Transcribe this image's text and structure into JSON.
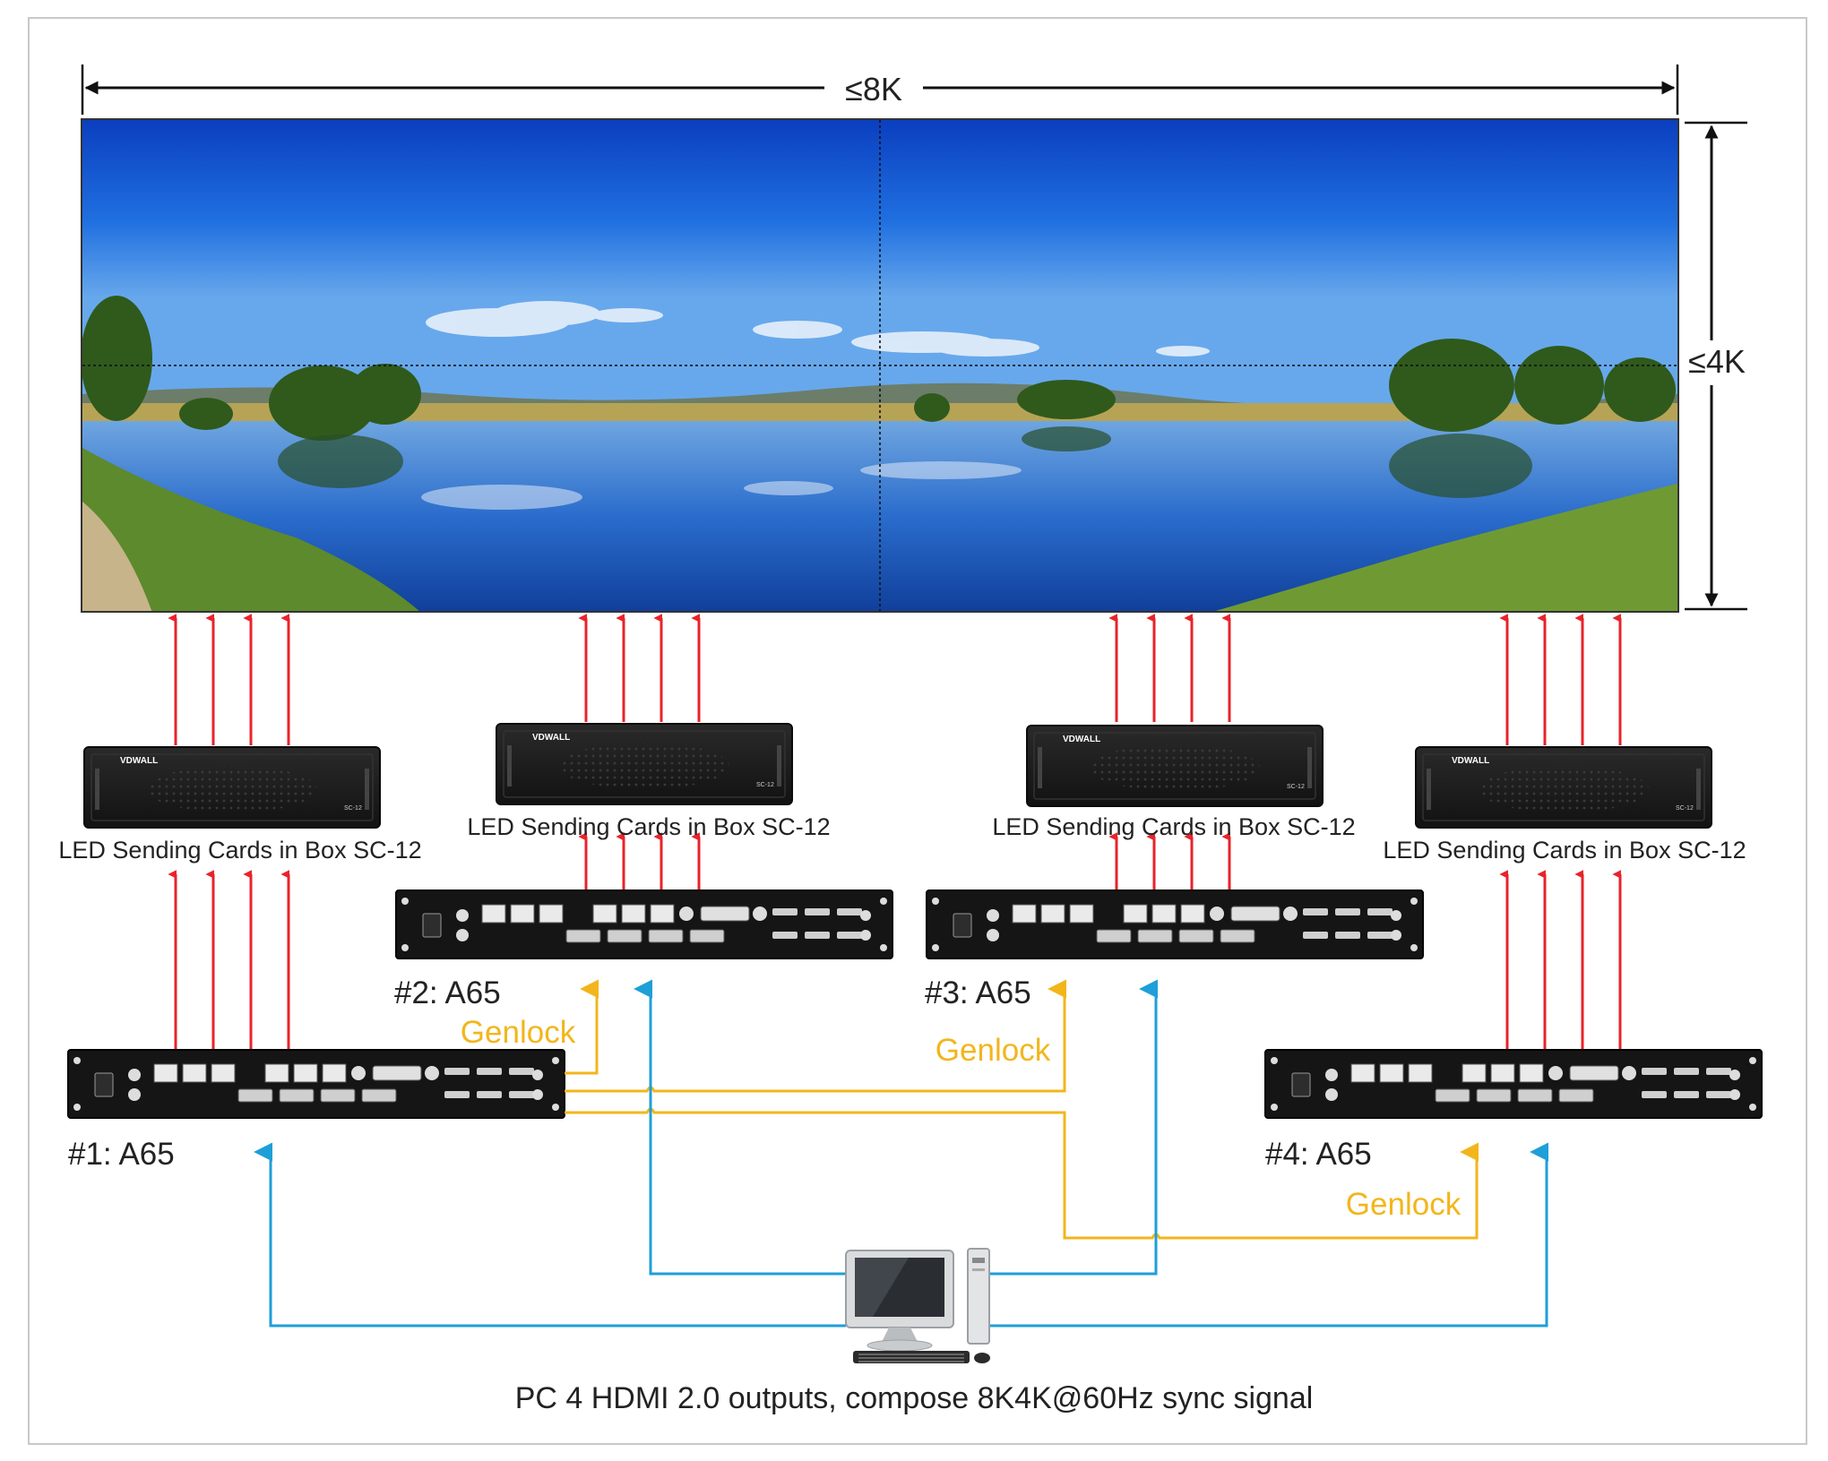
{
  "dimensions": {
    "width_label": "≤8K",
    "height_label": "≤4K"
  },
  "wall": {
    "image_alt": "panorama-lake-landscape"
  },
  "sending_boxes": [
    {
      "label": "LED Sending Cards in Box SC-12",
      "brand": "VDWALL",
      "model": "SC-12"
    },
    {
      "label": "LED Sending Cards in Box SC-12",
      "brand": "VDWALL",
      "model": "SC-12"
    },
    {
      "label": "LED Sending Cards in Box SC-12",
      "brand": "VDWALL",
      "model": "SC-12"
    },
    {
      "label": "LED Sending Cards in Box SC-12",
      "brand": "VDWALL",
      "model": "SC-12"
    }
  ],
  "processors": [
    {
      "label": "#1: A65"
    },
    {
      "label": "#2: A65"
    },
    {
      "label": "#3: A65"
    },
    {
      "label": "#4: A65"
    }
  ],
  "genlock_labels": [
    "Genlock",
    "Genlock",
    "Genlock"
  ],
  "caption": "PC 4 HDMI 2.0 outputs, compose 8K4K@60Hz sync signal",
  "colors": {
    "ethernet_arrow": "#e8232b",
    "genlock_line": "#f2b61c",
    "hdmi_line": "#1e9fd8",
    "dimension_arrow": "#111111",
    "device_body": "#1a1a1a"
  },
  "icons": {
    "pc": "desktop-computer-icon"
  }
}
